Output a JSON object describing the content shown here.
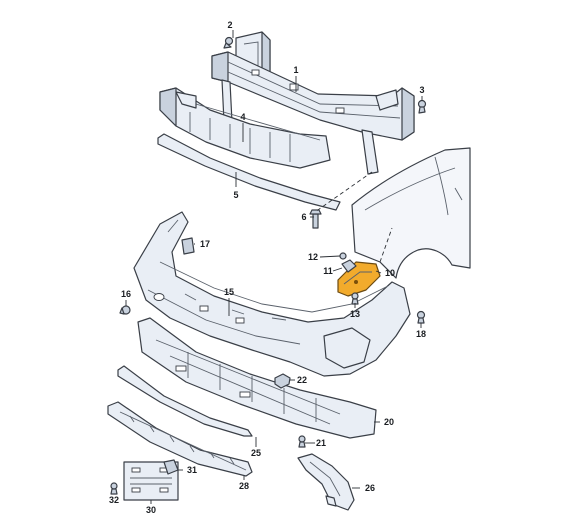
{
  "callouts": [
    {
      "id": "c1",
      "label": "1"
    },
    {
      "id": "c2",
      "label": "2"
    },
    {
      "id": "c3",
      "label": "3"
    },
    {
      "id": "c4",
      "label": "4"
    },
    {
      "id": "c5",
      "label": "5"
    },
    {
      "id": "c6",
      "label": "6"
    },
    {
      "id": "c10",
      "label": "10",
      "highlight": true
    },
    {
      "id": "c11",
      "label": "11"
    },
    {
      "id": "c12",
      "label": "12"
    },
    {
      "id": "c13",
      "label": "13"
    },
    {
      "id": "c15",
      "label": "15"
    },
    {
      "id": "c16",
      "label": "16"
    },
    {
      "id": "c17",
      "label": "17"
    },
    {
      "id": "c18",
      "label": "18"
    },
    {
      "id": "c20",
      "label": "20"
    },
    {
      "id": "c21",
      "label": "21"
    },
    {
      "id": "c22",
      "label": "22"
    },
    {
      "id": "c25",
      "label": "25"
    },
    {
      "id": "c26",
      "label": "26"
    },
    {
      "id": "c28",
      "label": "28"
    },
    {
      "id": "c30",
      "label": "30"
    },
    {
      "id": "c31",
      "label": "31"
    },
    {
      "id": "c32",
      "label": "32"
    }
  ],
  "colors": {
    "part_fill": "#e9eef5",
    "outline": "#3a3f47",
    "highlight": "#f2ab2c",
    "background": "#ffffff"
  }
}
